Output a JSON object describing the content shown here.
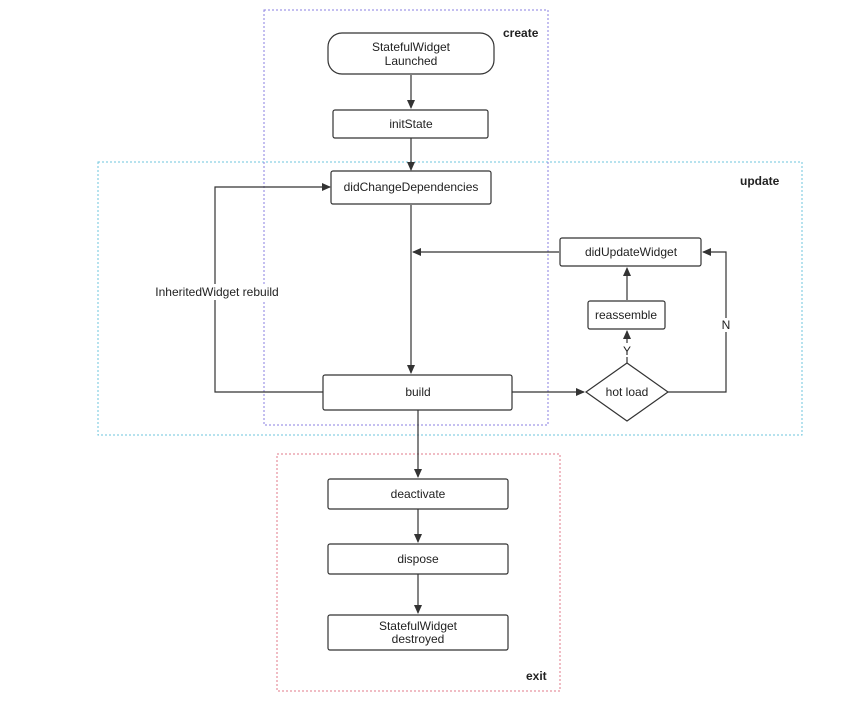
{
  "regions": {
    "create": {
      "label": "create",
      "color": "#8a7fe0"
    },
    "update": {
      "label": "update",
      "color": "#6cc4dc"
    },
    "exit": {
      "label": "exit",
      "color": "#e07a8a"
    }
  },
  "nodes": {
    "launched": {
      "line1": "StatefulWidget",
      "line2": "Launched"
    },
    "init_state": {
      "label": "initState"
    },
    "did_change_dependencies": {
      "label": "didChangeDependencies"
    },
    "did_update_widget": {
      "label": "didUpdateWidget"
    },
    "reassemble": {
      "label": "reassemble"
    },
    "build": {
      "label": "build"
    },
    "hot_load": {
      "label": "hot load"
    },
    "deactivate": {
      "label": "deactivate"
    },
    "dispose": {
      "label": "dispose"
    },
    "destroyed": {
      "line1": "StatefulWidget",
      "line2": "destroyed"
    }
  },
  "edge_labels": {
    "inherited_rebuild": "InheritedWidget rebuild",
    "yes": "Y",
    "no": "N"
  }
}
